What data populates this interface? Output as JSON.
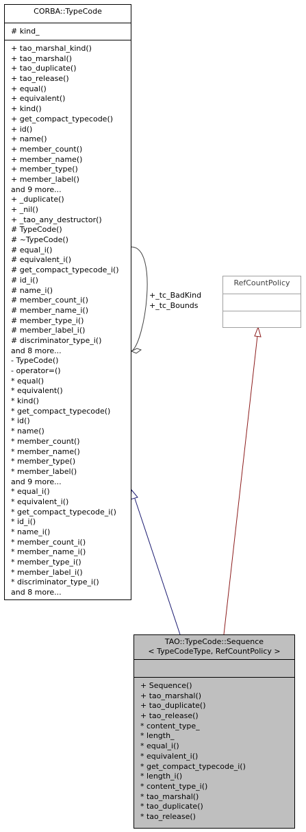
{
  "typecode": {
    "title": "CORBA::TypeCode",
    "attributes": [
      "# kind_"
    ],
    "methods": [
      "+ tao_marshal_kind()",
      "+ tao_marshal()",
      "+ tao_duplicate()",
      "+ tao_release()",
      "+ equal()",
      "+ equivalent()",
      "+ kind()",
      "+ get_compact_typecode()",
      "+ id()",
      "+ name()",
      "+ member_count()",
      "+ member_name()",
      "+ member_type()",
      "+ member_label()",
      "and 9 more...",
      "+ _duplicate()",
      "+ _nil()",
      "+ _tao_any_destructor()",
      "# TypeCode()",
      "# ~TypeCode()",
      "# equal_i()",
      "# equivalent_i()",
      "# get_compact_typecode_i()",
      "# id_i()",
      "# name_i()",
      "# member_count_i()",
      "# member_name_i()",
      "# member_type_i()",
      "# member_label_i()",
      "# discriminator_type_i()",
      "and 8 more...",
      "- TypeCode()",
      "- operator=()",
      "* equal()",
      "* equivalent()",
      "* kind()",
      "* get_compact_typecode()",
      "* id()",
      "* name()",
      "* member_count()",
      "* member_name()",
      "* member_type()",
      "* member_label()",
      "and 9 more...",
      "* equal_i()",
      "* equivalent_i()",
      "* get_compact_typecode_i()",
      "* id_i()",
      "* name_i()",
      "* member_count_i()",
      "* member_name_i()",
      "* member_type_i()",
      "* member_label_i()",
      "* discriminator_type_i()",
      "and 8 more..."
    ]
  },
  "refcount": {
    "title": "RefCountPolicy"
  },
  "sequence": {
    "title_line1": "TAO::TypeCode::Sequence",
    "title_line2": "< TypeCodeType, RefCountPolicy >",
    "methods": [
      "+ Sequence()",
      "+ tao_marshal()",
      "+ tao_duplicate()",
      "+ tao_release()",
      "* content_type_",
      "* length_",
      "* equal_i()",
      "* equivalent_i()",
      "* get_compact_typecode_i()",
      "* length_i()",
      "* content_type_i()",
      "* tao_marshal()",
      "* tao_duplicate()",
      "* tao_release()"
    ]
  },
  "edge_labels": [
    "+_tc_BadKind",
    "+_tc_Bounds"
  ],
  "colors": {
    "inheritance_typecode": "#191970",
    "inheritance_refcount": "#8b1a1a",
    "self_association": "#404040",
    "highlight_fill": "#bfbfbf"
  }
}
